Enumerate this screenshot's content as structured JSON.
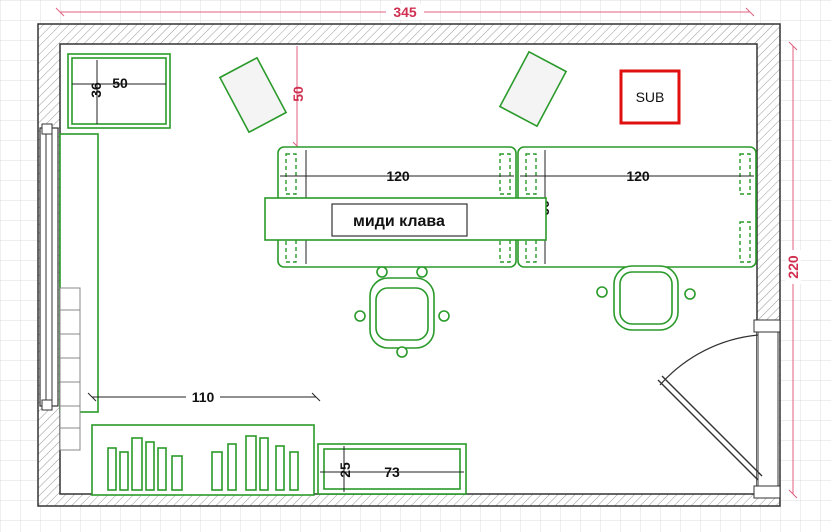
{
  "dimensions": {
    "room_width": "345",
    "room_depth": "220",
    "top_gap": "50",
    "shelf_width": "50",
    "shelf_depth": "36",
    "desk_left_width": "120",
    "desk_left_depth": "60",
    "desk_right_width": "120",
    "desk_right_depth": "60",
    "clearance": "110",
    "cabinet_width": "73",
    "cabinet_depth": "25"
  },
  "labels": {
    "midi_keyboard": "миди клава",
    "subwoofer": "SUB"
  },
  "colors": {
    "furniture": "#2a9a2a",
    "outer_dimension": "#d03050",
    "subwoofer_outline": "#e01010",
    "wall": "#333333"
  }
}
